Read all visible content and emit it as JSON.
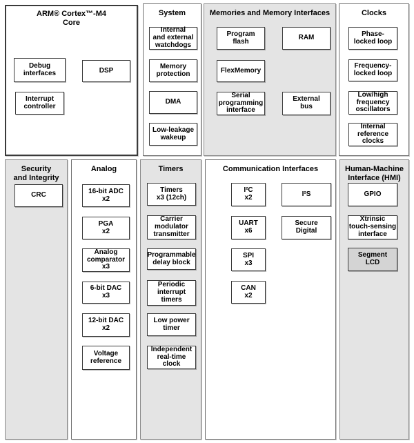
{
  "colors": {
    "shaded_panel": "#e4e4e4",
    "shaded_block": "#d4d4d4",
    "block_border": "#3a3a3a",
    "background": "#ffffff",
    "text": "#000000"
  },
  "sections": {
    "core": {
      "title": "ARM® Cortex™-M4\nCore",
      "blocks": [
        {
          "label": "Debug\ninterfaces"
        },
        {
          "label": "DSP"
        },
        {
          "label": "Interrupt\ncontroller"
        }
      ]
    },
    "system": {
      "title": "System",
      "blocks": [
        {
          "label": "Internal\nand external\nwatchdogs"
        },
        {
          "label": "Memory\nprotection"
        },
        {
          "label": "DMA"
        },
        {
          "label": "Low-leakage\nwakeup"
        }
      ]
    },
    "memories": {
      "title": "Memories and Memory Interfaces",
      "blocks": [
        {
          "label": "Program\nflash"
        },
        {
          "label": "RAM"
        },
        {
          "label": "FlexMemory"
        },
        {
          "label": "Serial\nprogramming\ninterface"
        },
        {
          "label": "External\nbus"
        }
      ]
    },
    "clocks": {
      "title": "Clocks",
      "blocks": [
        {
          "label": "Phase-\nlocked loop"
        },
        {
          "label": "Frequency-\nlocked loop"
        },
        {
          "label": "Low/high\nfrequency\noscillators"
        },
        {
          "label": "Internal\nreference\nclocks"
        }
      ]
    },
    "security": {
      "title": "Security\nand Integrity",
      "blocks": [
        {
          "label": "CRC"
        }
      ]
    },
    "analog": {
      "title": "Analog",
      "blocks": [
        {
          "label": "16-bit ADC\nx2"
        },
        {
          "label": "PGA\nx2"
        },
        {
          "label": "Analog\ncomparator\nx3"
        },
        {
          "label": "6-bit DAC\nx3"
        },
        {
          "label": "12-bit DAC\nx2"
        },
        {
          "label": "Voltage\nreference"
        }
      ]
    },
    "timers": {
      "title": "Timers",
      "blocks": [
        {
          "label": "Timers\nx3 (12ch)"
        },
        {
          "label": "Carrier\nmodulator\ntransmitter"
        },
        {
          "label": "Programmable\ndelay block"
        },
        {
          "label": "Periodic\ninterrupt\ntimers"
        },
        {
          "label": "Low power\ntimer"
        },
        {
          "label": "Independent\nreal-time\nclock"
        }
      ]
    },
    "comm": {
      "title": "Communication Interfaces",
      "blocks": [
        {
          "label": "I²C\nx2"
        },
        {
          "label": "I²S"
        },
        {
          "label": "UART\nx6"
        },
        {
          "label": "Secure\nDigital"
        },
        {
          "label": "SPI\nx3"
        },
        {
          "label": "CAN\nx2"
        }
      ]
    },
    "hmi": {
      "title": "Human-Machine\nInterface (HMI)",
      "blocks": [
        {
          "label": "GPIO"
        },
        {
          "label": "Xtrinsic\ntouch-sensing\ninterface"
        },
        {
          "label": "Segment\nLCD"
        }
      ]
    }
  }
}
